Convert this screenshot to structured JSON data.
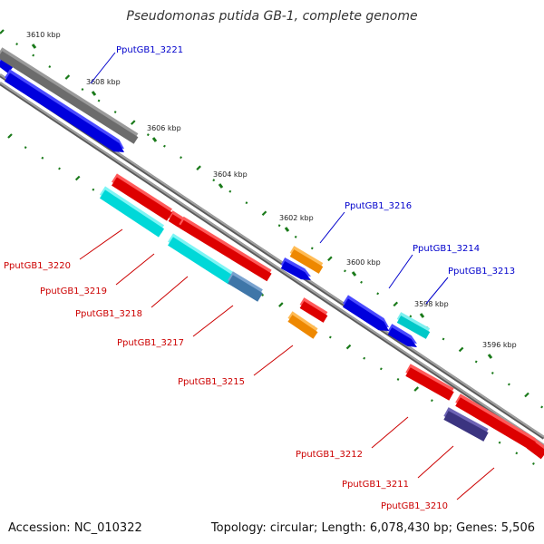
{
  "title": "Pseudomonas putida GB-1, complete genome",
  "footer": {
    "accession": "Accession: NC_010322",
    "summary": "Topology: circular; Length: 6,078,430 bp; Genes: 5,506"
  },
  "colors": {
    "backbone": "#7a7a7a",
    "tick": "#1a7a1a",
    "label_forward": "#0000cc",
    "label_reverse": "#cc0000",
    "gray": "#6f6f6f",
    "blue": "#0000ee",
    "red": "#ee0000",
    "cyan": "#00e6e6",
    "orange": "#ff9900",
    "steelblue": "#4682b4",
    "slateblue": "#483d8b"
  },
  "ticks": [
    {
      "label": "3610 kbp"
    },
    {
      "label": "3608 kbp"
    },
    {
      "label": "3606 kbp"
    },
    {
      "label": "3604 kbp"
    },
    {
      "label": "3602 kbp"
    },
    {
      "label": "3600 kbp"
    },
    {
      "label": "3598 kbp"
    },
    {
      "label": "3596 kbp"
    }
  ],
  "genes": [
    {
      "id": "g-gray",
      "label": "",
      "strand": "forward",
      "color": "gray"
    },
    {
      "id": "g-3221",
      "label": "PputGB1_3221",
      "strand": "forward",
      "color": "blue"
    },
    {
      "id": "g-3220",
      "label": "PputGB1_3220",
      "strand": "reverse",
      "color": "cyan"
    },
    {
      "id": "g-3219",
      "label": "PputGB1_3219",
      "strand": "reverse",
      "color": "red"
    },
    {
      "id": "g-3218",
      "label": "PputGB1_3218",
      "strand": "reverse",
      "color": "cyan"
    },
    {
      "id": "g-3217",
      "label": "PputGB1_3217",
      "strand": "reverse",
      "color": "steelblue"
    },
    {
      "id": "g-3216",
      "label": "PputGB1_3216",
      "strand": "forward",
      "color": "orange"
    },
    {
      "id": "g-3215",
      "label": "PputGB1_3215",
      "strand": "reverse",
      "color": "orange"
    },
    {
      "id": "g-3214",
      "label": "PputGB1_3214",
      "strand": "forward",
      "color": "blue"
    },
    {
      "id": "g-3213",
      "label": "PputGB1_3213",
      "strand": "forward",
      "color": "cyan"
    },
    {
      "id": "g-3212",
      "label": "PputGB1_3212",
      "strand": "reverse",
      "color": "red"
    },
    {
      "id": "g-3211",
      "label": "PputGB1_3211",
      "strand": "reverse",
      "color": "slateblue"
    },
    {
      "id": "g-3210",
      "label": "PputGB1_3210",
      "strand": "reverse",
      "color": "red"
    }
  ]
}
